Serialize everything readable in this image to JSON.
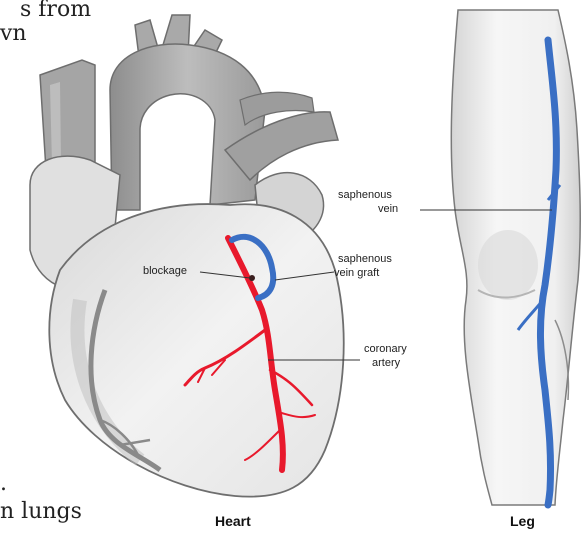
{
  "background_text": {
    "line1": "s from",
    "line2": "vn",
    "line3": "n lungs",
    "dot": "."
  },
  "labels": {
    "blockage": "blockage",
    "saphenous_vein_line1": "saphenous",
    "saphenous_vein_line2": "vein",
    "vein_graft_line1": "saphenous",
    "vein_graft_line2": "vein graft",
    "coronary_line1": "coronary",
    "coronary_line2": "artery"
  },
  "captions": {
    "heart": "Heart",
    "leg": "Leg"
  },
  "colors": {
    "artery": "#e8192c",
    "vein": "#3a6fc4",
    "tissue": "#e9e9e9",
    "outline": "#6e6e6e",
    "vessel_dark": "#8a8a8a"
  }
}
